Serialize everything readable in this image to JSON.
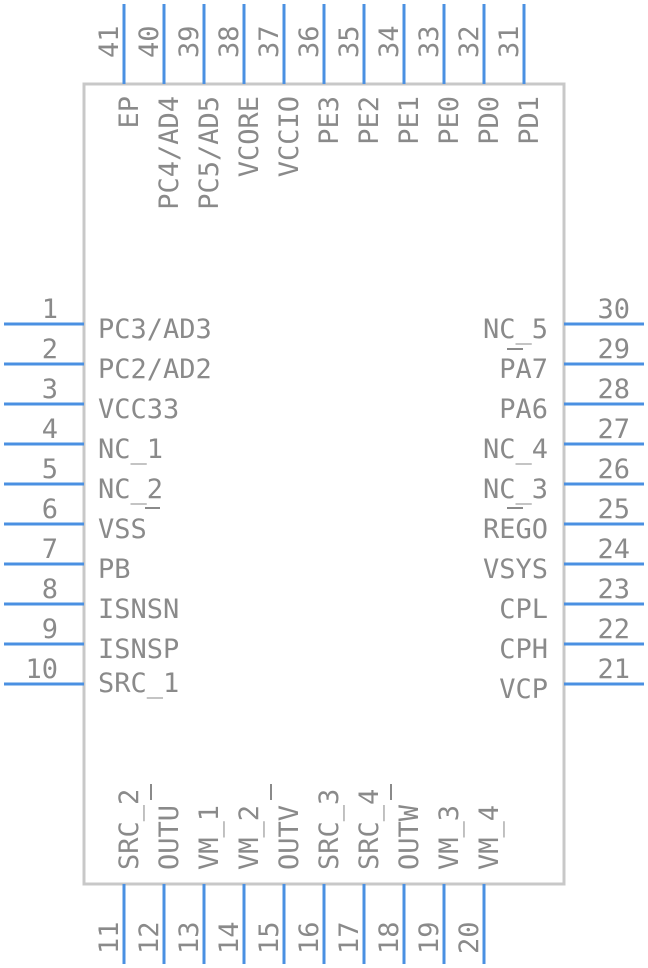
{
  "colors": {
    "pin": "#4a90e2",
    "body_outline": "#c8c8c8",
    "text": "#8a8a8a"
  },
  "pins": {
    "left": [
      {
        "num": "1",
        "name": "PC3/AD3"
      },
      {
        "num": "2",
        "name": "PC2/AD2"
      },
      {
        "num": "3",
        "name": "VCC33"
      },
      {
        "num": "4",
        "name": "NC_1"
      },
      {
        "num": "5",
        "name": "NC_2"
      },
      {
        "num": "6",
        "name": "VSS"
      },
      {
        "num": "7",
        "name": "PB"
      },
      {
        "num": "8",
        "name": "ISNSN"
      },
      {
        "num": "9",
        "name": "ISNSP"
      },
      {
        "num": "10",
        "name": "SRC_1"
      }
    ],
    "right": [
      {
        "num": "30",
        "name": "NC_5"
      },
      {
        "num": "29",
        "name": "PA7"
      },
      {
        "num": "28",
        "name": "PA6"
      },
      {
        "num": "27",
        "name": "NC_4"
      },
      {
        "num": "26",
        "name": "NC_3"
      },
      {
        "num": "25",
        "name": "REGO"
      },
      {
        "num": "24",
        "name": "VSYS"
      },
      {
        "num": "23",
        "name": "CPL"
      },
      {
        "num": "22",
        "name": "CPH"
      },
      {
        "num": "21",
        "name": "VCP"
      }
    ],
    "bottom": [
      {
        "num": "11",
        "name": "SRC_2"
      },
      {
        "num": "12",
        "name": "OUTU"
      },
      {
        "num": "13",
        "name": "VM_1"
      },
      {
        "num": "14",
        "name": "VM_2"
      },
      {
        "num": "15",
        "name": "OUTV"
      },
      {
        "num": "16",
        "name": "SRC_3"
      },
      {
        "num": "17",
        "name": "SRC_4"
      },
      {
        "num": "18",
        "name": "OUTW"
      },
      {
        "num": "19",
        "name": "VM_3"
      },
      {
        "num": "20",
        "name": "VM_4"
      }
    ],
    "top": [
      {
        "num": "41",
        "name": "EP"
      },
      {
        "num": "40",
        "name": "PC4/AD4"
      },
      {
        "num": "39",
        "name": "PC5/AD5"
      },
      {
        "num": "38",
        "name": "VCORE"
      },
      {
        "num": "37",
        "name": "VCCIO"
      },
      {
        "num": "36",
        "name": "PE3"
      },
      {
        "num": "35",
        "name": "PE2"
      },
      {
        "num": "34",
        "name": "PE1"
      },
      {
        "num": "33",
        "name": "PE0"
      },
      {
        "num": "32",
        "name": "PD0"
      },
      {
        "num": "31",
        "name": "PD1"
      }
    ]
  }
}
